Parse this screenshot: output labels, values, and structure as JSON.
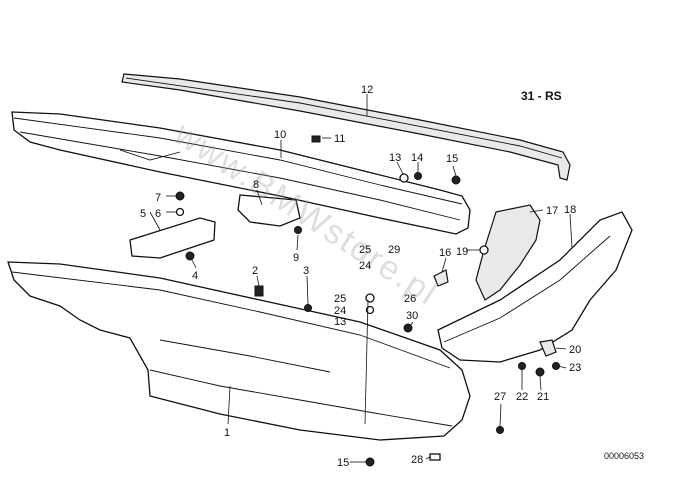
{
  "diagram": {
    "section_code": "31 - RS",
    "drawing_number": "00006053",
    "watermark": "www.BMWstore.pl",
    "part_numbers": [
      "1",
      "2",
      "3",
      "4",
      "5",
      "6",
      "7",
      "8",
      "9",
      "10",
      "11",
      "12",
      "13",
      "14",
      "15",
      "16",
      "17",
      "18",
      "19",
      "20",
      "21",
      "22",
      "23",
      "24",
      "25",
      "26",
      "27",
      "28",
      "29",
      "30",
      "13",
      "15",
      "24",
      "25"
    ]
  }
}
